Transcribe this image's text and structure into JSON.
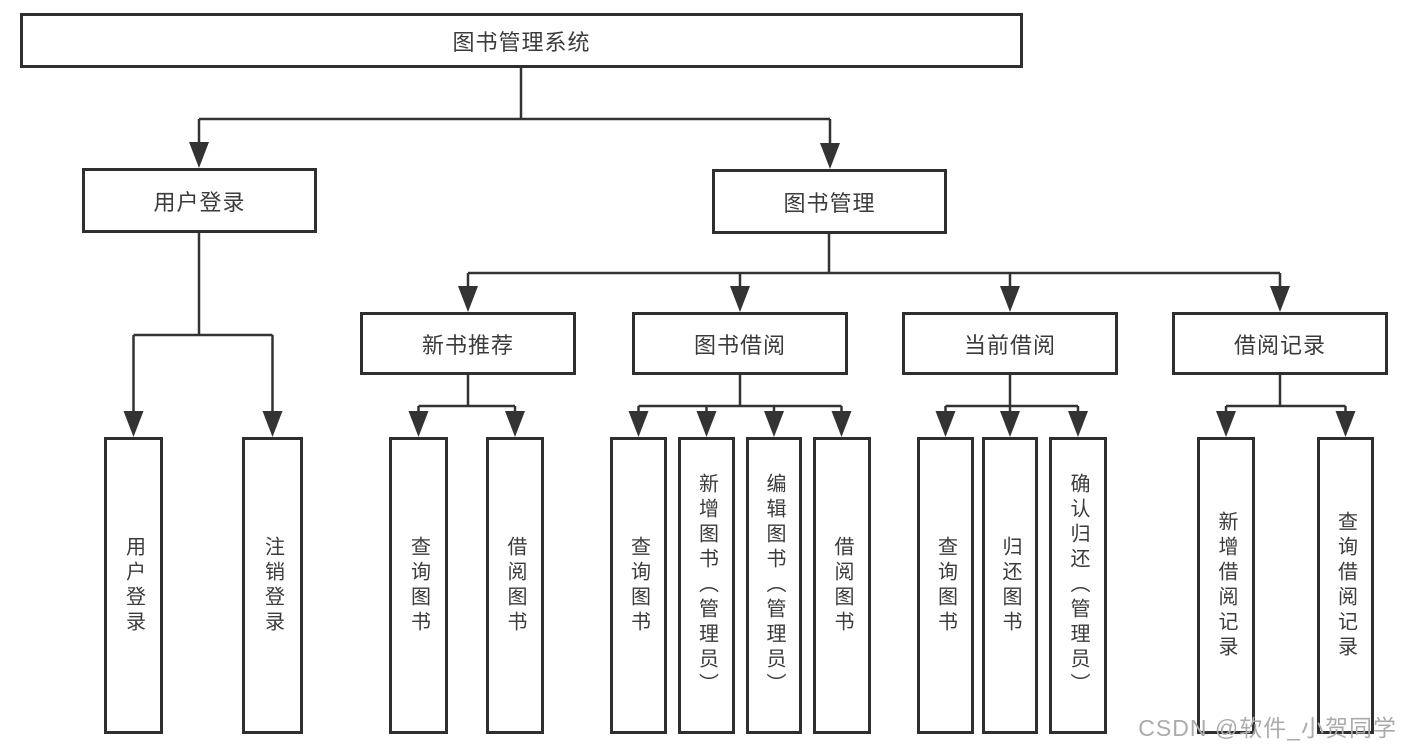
{
  "diagram": {
    "root": {
      "label": "图书管理系统"
    },
    "level2": [
      {
        "label": "用户登录"
      },
      {
        "label": "图书管理"
      }
    ],
    "level3": [
      {
        "label": "新书推荐"
      },
      {
        "label": "图书借阅"
      },
      {
        "label": "当前借阅"
      },
      {
        "label": "借阅记录"
      }
    ],
    "leaves": {
      "user_login": [
        {
          "label": "用户登录"
        },
        {
          "label": "注销登录"
        }
      ],
      "new_book_recommend": [
        {
          "label": "查询图书"
        },
        {
          "label": "借阅图书"
        }
      ],
      "book_borrow": [
        {
          "label": "查询图书"
        },
        {
          "label": "新增图书（管理员）"
        },
        {
          "label": "编辑图书（管理员）"
        },
        {
          "label": "借阅图书"
        }
      ],
      "current_borrow": [
        {
          "label": "查询图书"
        },
        {
          "label": "归还图书"
        },
        {
          "label": "确认归还（管理员）"
        }
      ],
      "borrow_records": [
        {
          "label": "新增借阅记录"
        },
        {
          "label": "查询借阅记录"
        }
      ]
    }
  },
  "watermark": {
    "text": "CSDN @软件_小贺同学"
  },
  "colors": {
    "line": "#333333",
    "box_border": "#2f2f2f",
    "text": "#3b3b3b",
    "background": "#ffffff",
    "watermark": "#ababab"
  }
}
